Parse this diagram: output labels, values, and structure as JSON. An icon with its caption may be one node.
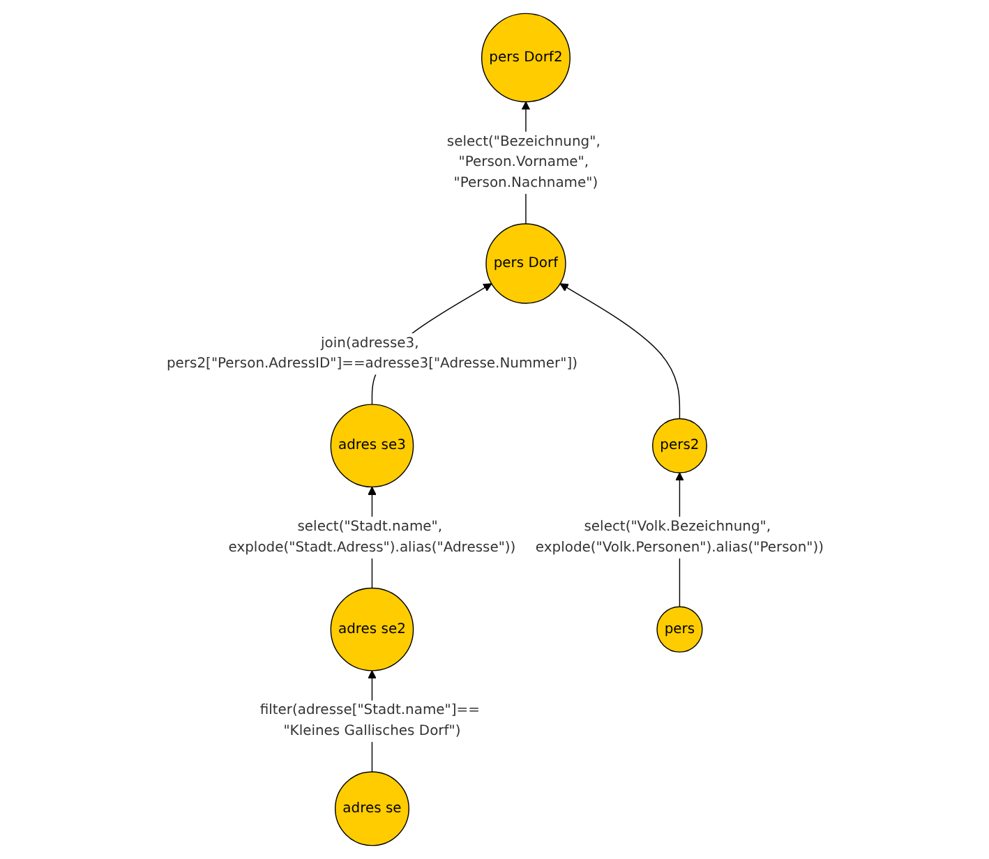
{
  "diagram": {
    "nodes": [
      {
        "text": [
          "pers Dorf2"
        ]
      },
      {
        "text": [
          "pers Dorf"
        ]
      },
      {
        "text": [
          "adres se3"
        ]
      },
      {
        "text": [
          "pers2"
        ]
      },
      {
        "text": [
          "adres se2"
        ]
      },
      {
        "text": [
          "adres se"
        ]
      },
      {
        "text": [
          "pers"
        ]
      }
    ],
    "edges": [
      {
        "from": 1,
        "to": 0,
        "arrow": "to",
        "label": "select(\"Bezeichnung\", \"Person.Vorname\", \"Person.Nachname\")"
      },
      {
        "from": 2,
        "to": 1,
        "arrow": "to",
        "label": "join(adresse3, pers2[\"Person.AdressID\"]==adresse3[\"Adresse.Nummer\"])"
      },
      {
        "from": 3,
        "to": 1,
        "arrow": "to"
      },
      {
        "from": 4,
        "to": 2,
        "arrow": "to",
        "label": "select(\"Stadt.name\", explode(\"Stadt.Adress\").alias(\"Adresse\"))"
      },
      {
        "from": 5,
        "to": 4,
        "arrow": "to",
        "label": "filter(adresse[\"Stadt.name\"]== \"Kleines Gallisches Dorf\")"
      },
      {
        "from": 6,
        "to": 3,
        "arrow": "to",
        "label": "select(\"Volk.Bezeichnung\", explode(\"Volk.Personen\").alias(\"Person\"))"
      }
    ]
  }
}
